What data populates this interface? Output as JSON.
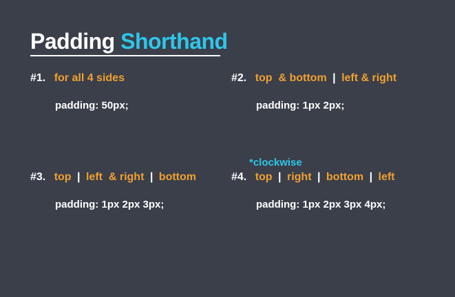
{
  "title": {
    "main": "Padding",
    "accent": "Shorthand"
  },
  "colors": {
    "background": "#3a3f4a",
    "accent_blue": "#2fc6ea",
    "accent_orange": "#f0a030",
    "text_white": "#ffffff"
  },
  "sections": [
    {
      "number": "#1.",
      "parts": [
        "for all 4 sides"
      ],
      "code": "padding: 50px;"
    },
    {
      "number": "#2.",
      "parts": [
        "top  & bottom",
        "left & right"
      ],
      "code": "padding: 1px 2px;"
    },
    {
      "number": "#3.",
      "parts": [
        "top",
        "left  & right",
        "bottom"
      ],
      "code": "padding: 1px 2px 3px;"
    },
    {
      "number": "#4.",
      "parts": [
        "top",
        "right",
        "bottom",
        "left"
      ],
      "code": "padding: 1px 2px 3px 4px;"
    }
  ],
  "separator": "|",
  "note": "*clockwise"
}
